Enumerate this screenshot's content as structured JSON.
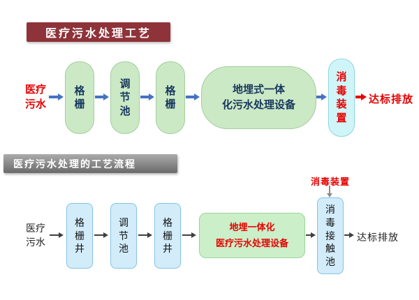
{
  "colors": {
    "title_bar_bg": "#8E3339",
    "top_box_fill": "#CBE9C5",
    "top_box_text": "#17375E",
    "disinfect_box_fill": "#D0F5F9",
    "accent_red": "#E60000",
    "top_arrow_blue": "#4472C4",
    "banner_bg": "#7A7A7A",
    "bottom_box_fill": "#D2ECFA",
    "bottom_green_fill": "#CBEFC8",
    "bottom_arrow_dark": "#3F3F3F"
  },
  "top_flow": {
    "title": "医疗污水处理工艺",
    "source": "医疗\n污水",
    "grid1": "格\n栅",
    "regulating_pool": "调\n节\n池",
    "grid2": "格\n栅",
    "equipment": "地埋式一体\n化污水处理设备",
    "disinfect_device": "消\n毒\n装\n置",
    "output": "达标排放"
  },
  "bottom_flow": {
    "banner": "医疗污水处理的工艺流程",
    "disinfect_label": "消毒装置",
    "source": "医疗\n污水",
    "grid_well1": "格\n栅\n井",
    "regulating_pool": "调\n节\n池",
    "grid_well2": "格\n栅\n井",
    "equipment": "地埋一体化\n医疗污水处理设备",
    "disinfect_contact_pool": "消\n毒\n接\n触\n池",
    "output": "达标排放"
  }
}
